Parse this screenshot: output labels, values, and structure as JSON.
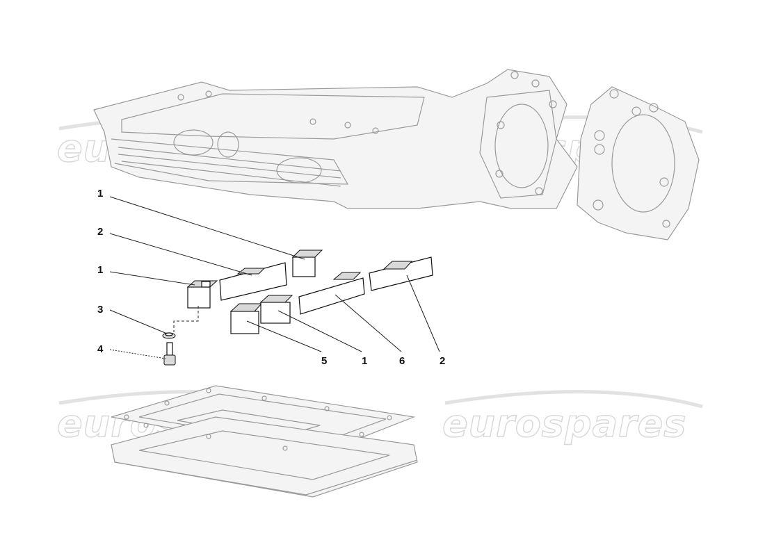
{
  "diagram": {
    "callouts": [
      {
        "id": "c1a",
        "label": "1"
      },
      {
        "id": "c2a",
        "label": "2"
      },
      {
        "id": "c1b",
        "label": "1"
      },
      {
        "id": "c3",
        "label": "3"
      },
      {
        "id": "c4",
        "label": "4"
      },
      {
        "id": "c5",
        "label": "5"
      },
      {
        "id": "c1c",
        "label": "1"
      },
      {
        "id": "c6",
        "label": "6"
      },
      {
        "id": "c2b",
        "label": "2"
      }
    ],
    "watermarks": [
      {
        "id": "wm1",
        "text": "eurospares"
      },
      {
        "id": "wm2",
        "text": "eurospares"
      },
      {
        "id": "wm3",
        "text": "eurospares"
      },
      {
        "id": "wm4",
        "text": "eurospares"
      }
    ]
  }
}
